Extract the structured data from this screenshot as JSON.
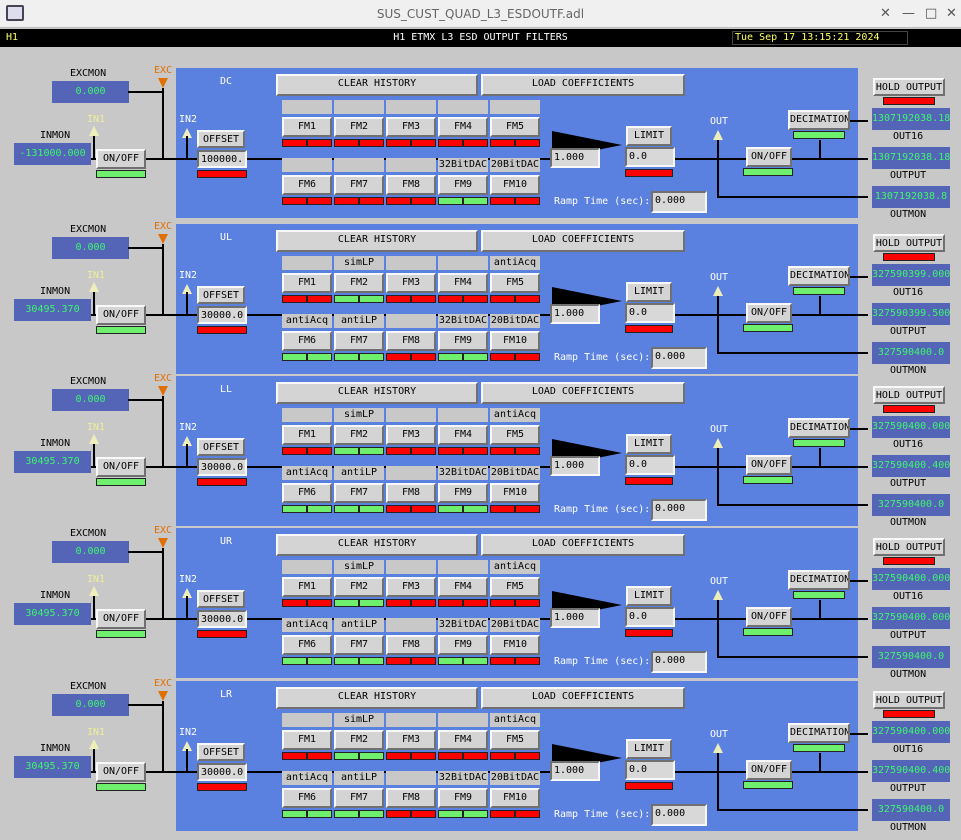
{
  "window": {
    "title": "SUS_CUST_QUAD_L3_ESDOUTF.adl"
  },
  "header": {
    "site": "H1",
    "title": "H1 ETMX L3 ESD OUTPUT FILTERS",
    "datetime": "Tue Sep 17 13:15:21 2024"
  },
  "labels": {
    "excmon": "EXCMON",
    "exc": "EXC",
    "in1": "IN1",
    "inmon": "INMON",
    "in2": "IN2",
    "out": "OUT",
    "out16": "OUT16",
    "output": "OUTPUT",
    "outmon": "OUTMON",
    "ramp": "Ramp Time (sec):"
  },
  "buttons": {
    "onoff": "ON/OFF",
    "offset": "OFFSET",
    "clear": "CLEAR HISTORY",
    "load": "LOAD COEFFICIENTS",
    "limit": "LIMIT",
    "decimation": "DECIMATION",
    "hold": "HOLD OUTPUT"
  },
  "fm_names": [
    "FM1",
    "FM2",
    "FM3",
    "FM4",
    "FM5",
    "FM6",
    "FM7",
    "FM8",
    "FM9",
    "FM10"
  ],
  "colors": {
    "panel": "#5a80e0",
    "monitor_bg": "#5465b8",
    "monitor_text": "#3df56d",
    "led_on": "#6ef06e",
    "led_off": "#ff0000",
    "exc": "#e07000"
  },
  "rows": [
    {
      "name": "DC",
      "excmon": "0.000",
      "inmon": "-131000.000",
      "offset": "100000.",
      "gain": "1.000",
      "limit": "0.0",
      "ramp": "0.000",
      "out16": "1307192038.18",
      "output": "1307192038.18",
      "outmon": "1307192038.8",
      "tabs": [
        "",
        "",
        "",
        "",
        "",
        "",
        "",
        "",
        "32BitDAC",
        "20BitDAC"
      ],
      "leds": [
        [
          "r",
          "r"
        ],
        [
          "r",
          "r"
        ],
        [
          "r",
          "r"
        ],
        [
          "r",
          "r"
        ],
        [
          "r",
          "r"
        ],
        [
          "r",
          "r"
        ],
        [
          "r",
          "r"
        ],
        [
          "r",
          "r"
        ],
        [
          "g",
          "g"
        ],
        [
          "r",
          "r"
        ]
      ],
      "in1": "off",
      "onoff_led": "g",
      "offset_led": "r",
      "limit_led": "r",
      "out_onoff_led": "g",
      "dec_led": "g",
      "hold_led": "r"
    },
    {
      "name": "UL",
      "excmon": "0.000",
      "inmon": "30495.370",
      "offset": "30000.0",
      "gain": "1.000",
      "limit": "0.0",
      "ramp": "0.000",
      "out16": "327590399.000",
      "output": "327590399.500",
      "outmon": "327590400.0",
      "tabs": [
        "",
        "simLP",
        "",
        "",
        "antiAcq",
        "antiAcq",
        "antiLP",
        "",
        "32BitDAC",
        "20BitDAC"
      ],
      "leds": [
        [
          "r",
          "r"
        ],
        [
          "g",
          "g"
        ],
        [
          "r",
          "r"
        ],
        [
          "r",
          "r"
        ],
        [
          "r",
          "r"
        ],
        [
          "g",
          "g"
        ],
        [
          "g",
          "g"
        ],
        [
          "r",
          "r"
        ],
        [
          "g",
          "g"
        ],
        [
          "r",
          "r"
        ]
      ],
      "in1": "off",
      "onoff_led": "g",
      "offset_led": "r",
      "limit_led": "r",
      "out_onoff_led": "g",
      "dec_led": "g",
      "hold_led": "r"
    },
    {
      "name": "LL",
      "excmon": "0.000",
      "inmon": "30495.370",
      "offset": "30000.0",
      "gain": "1.000",
      "limit": "0.0",
      "ramp": "0.000",
      "out16": "327590400.000",
      "output": "327590400.400",
      "outmon": "327590400.0",
      "tabs": [
        "",
        "simLP",
        "",
        "",
        "antiAcq",
        "antiAcq",
        "antiLP",
        "",
        "32BitDAC",
        "20BitDAC"
      ],
      "leds": [
        [
          "r",
          "r"
        ],
        [
          "g",
          "g"
        ],
        [
          "r",
          "r"
        ],
        [
          "r",
          "r"
        ],
        [
          "r",
          "r"
        ],
        [
          "g",
          "g"
        ],
        [
          "g",
          "g"
        ],
        [
          "r",
          "r"
        ],
        [
          "g",
          "g"
        ],
        [
          "r",
          "r"
        ]
      ],
      "in1": "off",
      "onoff_led": "g",
      "offset_led": "r",
      "limit_led": "r",
      "out_onoff_led": "g",
      "dec_led": "g",
      "hold_led": "r"
    },
    {
      "name": "UR",
      "excmon": "0.000",
      "inmon": "30495.370",
      "offset": "30000.0",
      "gain": "1.000",
      "limit": "0.0",
      "ramp": "0.000",
      "out16": "327590400.000",
      "output": "327590400.000",
      "outmon": "327590400.0",
      "tabs": [
        "",
        "simLP",
        "",
        "",
        "antiAcq",
        "antiAcq",
        "antiLP",
        "",
        "32BitDAC",
        "20BitDAC"
      ],
      "leds": [
        [
          "r",
          "r"
        ],
        [
          "g",
          "g"
        ],
        [
          "r",
          "r"
        ],
        [
          "r",
          "r"
        ],
        [
          "r",
          "r"
        ],
        [
          "g",
          "g"
        ],
        [
          "g",
          "g"
        ],
        [
          "r",
          "r"
        ],
        [
          "g",
          "g"
        ],
        [
          "r",
          "r"
        ]
      ],
      "in1": "off",
      "onoff_led": "g",
      "offset_led": "r",
      "limit_led": "r",
      "out_onoff_led": "g",
      "dec_led": "g",
      "hold_led": "r"
    },
    {
      "name": "LR",
      "excmon": "0.000",
      "inmon": "30495.370",
      "offset": "30000.0",
      "gain": "1.000",
      "limit": "0.0",
      "ramp": "0.000",
      "out16": "327590400.000",
      "output": "327590400.400",
      "outmon": "327590400.0",
      "tabs": [
        "",
        "simLP",
        "",
        "",
        "antiAcq",
        "antiAcq",
        "antiLP",
        "",
        "32BitDAC",
        "20BitDAC"
      ],
      "leds": [
        [
          "r",
          "r"
        ],
        [
          "g",
          "g"
        ],
        [
          "r",
          "r"
        ],
        [
          "r",
          "r"
        ],
        [
          "r",
          "r"
        ],
        [
          "g",
          "g"
        ],
        [
          "g",
          "g"
        ],
        [
          "r",
          "r"
        ],
        [
          "g",
          "g"
        ],
        [
          "r",
          "r"
        ]
      ],
      "in1": "off",
      "onoff_led": "g",
      "offset_led": "r",
      "limit_led": "r",
      "out_onoff_led": "g",
      "dec_led": "g",
      "hold_led": "r"
    }
  ]
}
